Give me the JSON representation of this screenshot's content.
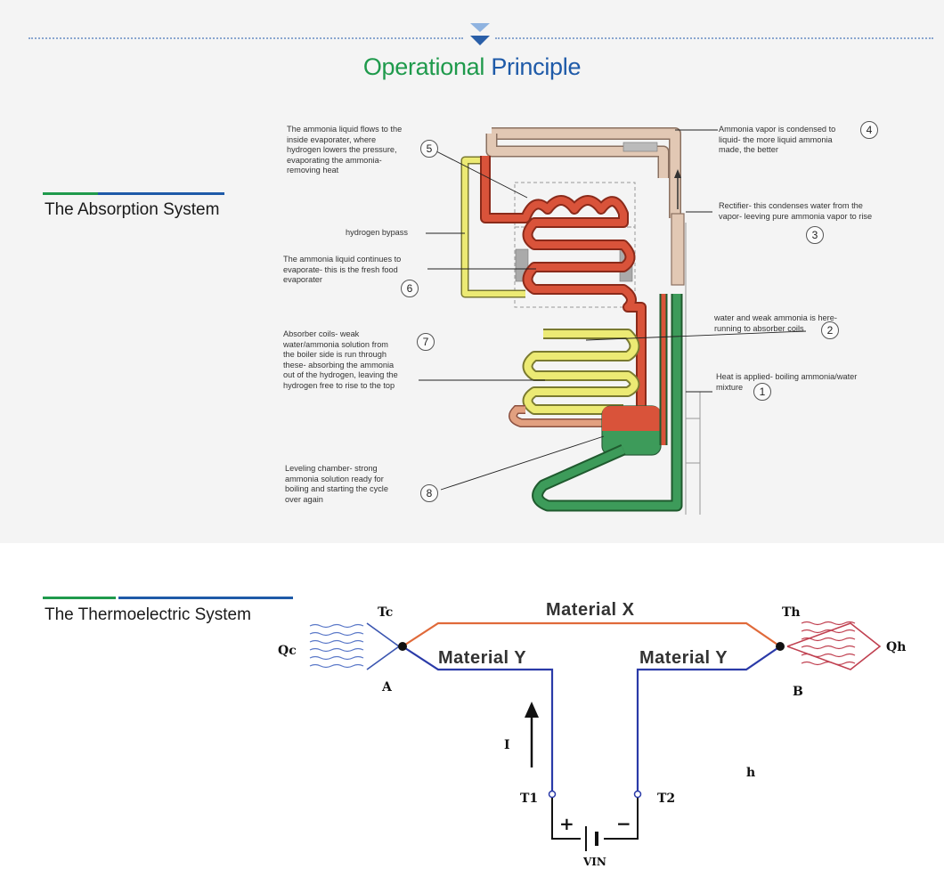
{
  "header": {
    "title_part1": "Operational",
    "title_part2": "Principle"
  },
  "colors": {
    "green": "#1f9a4c",
    "blue": "#1e5aa8",
    "evaporator_red": "#d9533a",
    "liquid_yellow": "#e9e06a",
    "boiler_green": "#3d9b5a",
    "tan": "#e2c8b4"
  },
  "absorption": {
    "section_title": "The Absorption System",
    "notes": {
      "n5": "The ammonia liquid flows to the\ninside evaporater, where\nhydrogen lowers the pressure,\nevaporating the ammonia-\nremoving heat",
      "bypass": "hydrogen bypass",
      "n6": "The ammonia liquid continues to\nevaporate- this is the fresh food\nevaporater",
      "n7": "Absorber coils- weak\nwater/ammonia solution from\nthe boiler side is run through\nthese- absorbing the ammonia\nout of the hydrogen, leaving the\nhydrogen free to rise to the top",
      "n8": "Leveling chamber- strong\nammonia solution ready for\nboiling and starting the cycle\nover again",
      "n4": "Ammonia vapor is condensed to\nliquid- the more liquid ammonia\nmade, the better",
      "n3": "Rectifier- this condenses water from the\nvapor- leeving pure ammonia vapor to rise",
      "n2": "water and weak ammonia is here-\nrunning to absorber coils",
      "n1": "Heat is applied- boiling ammonia/water\nmixture"
    },
    "numbers": {
      "n1": "1",
      "n2": "2",
      "n3": "3",
      "n4": "4",
      "n5": "5",
      "n6": "6",
      "n7": "7",
      "n8": "8"
    }
  },
  "thermo": {
    "section_title": "The Thermoelectric System",
    "labels": {
      "material_x": "Material X",
      "material_y_left": "Material Y",
      "material_y_right": "Material Y",
      "tc": "Tc",
      "th": "Th",
      "qc": "Qc",
      "qh": "Qh",
      "a": "A",
      "b": "B",
      "current": "I",
      "t1": "T1",
      "t2": "T2",
      "plus": "+",
      "minus": "−",
      "vin": "VIN",
      "h": "h"
    }
  }
}
